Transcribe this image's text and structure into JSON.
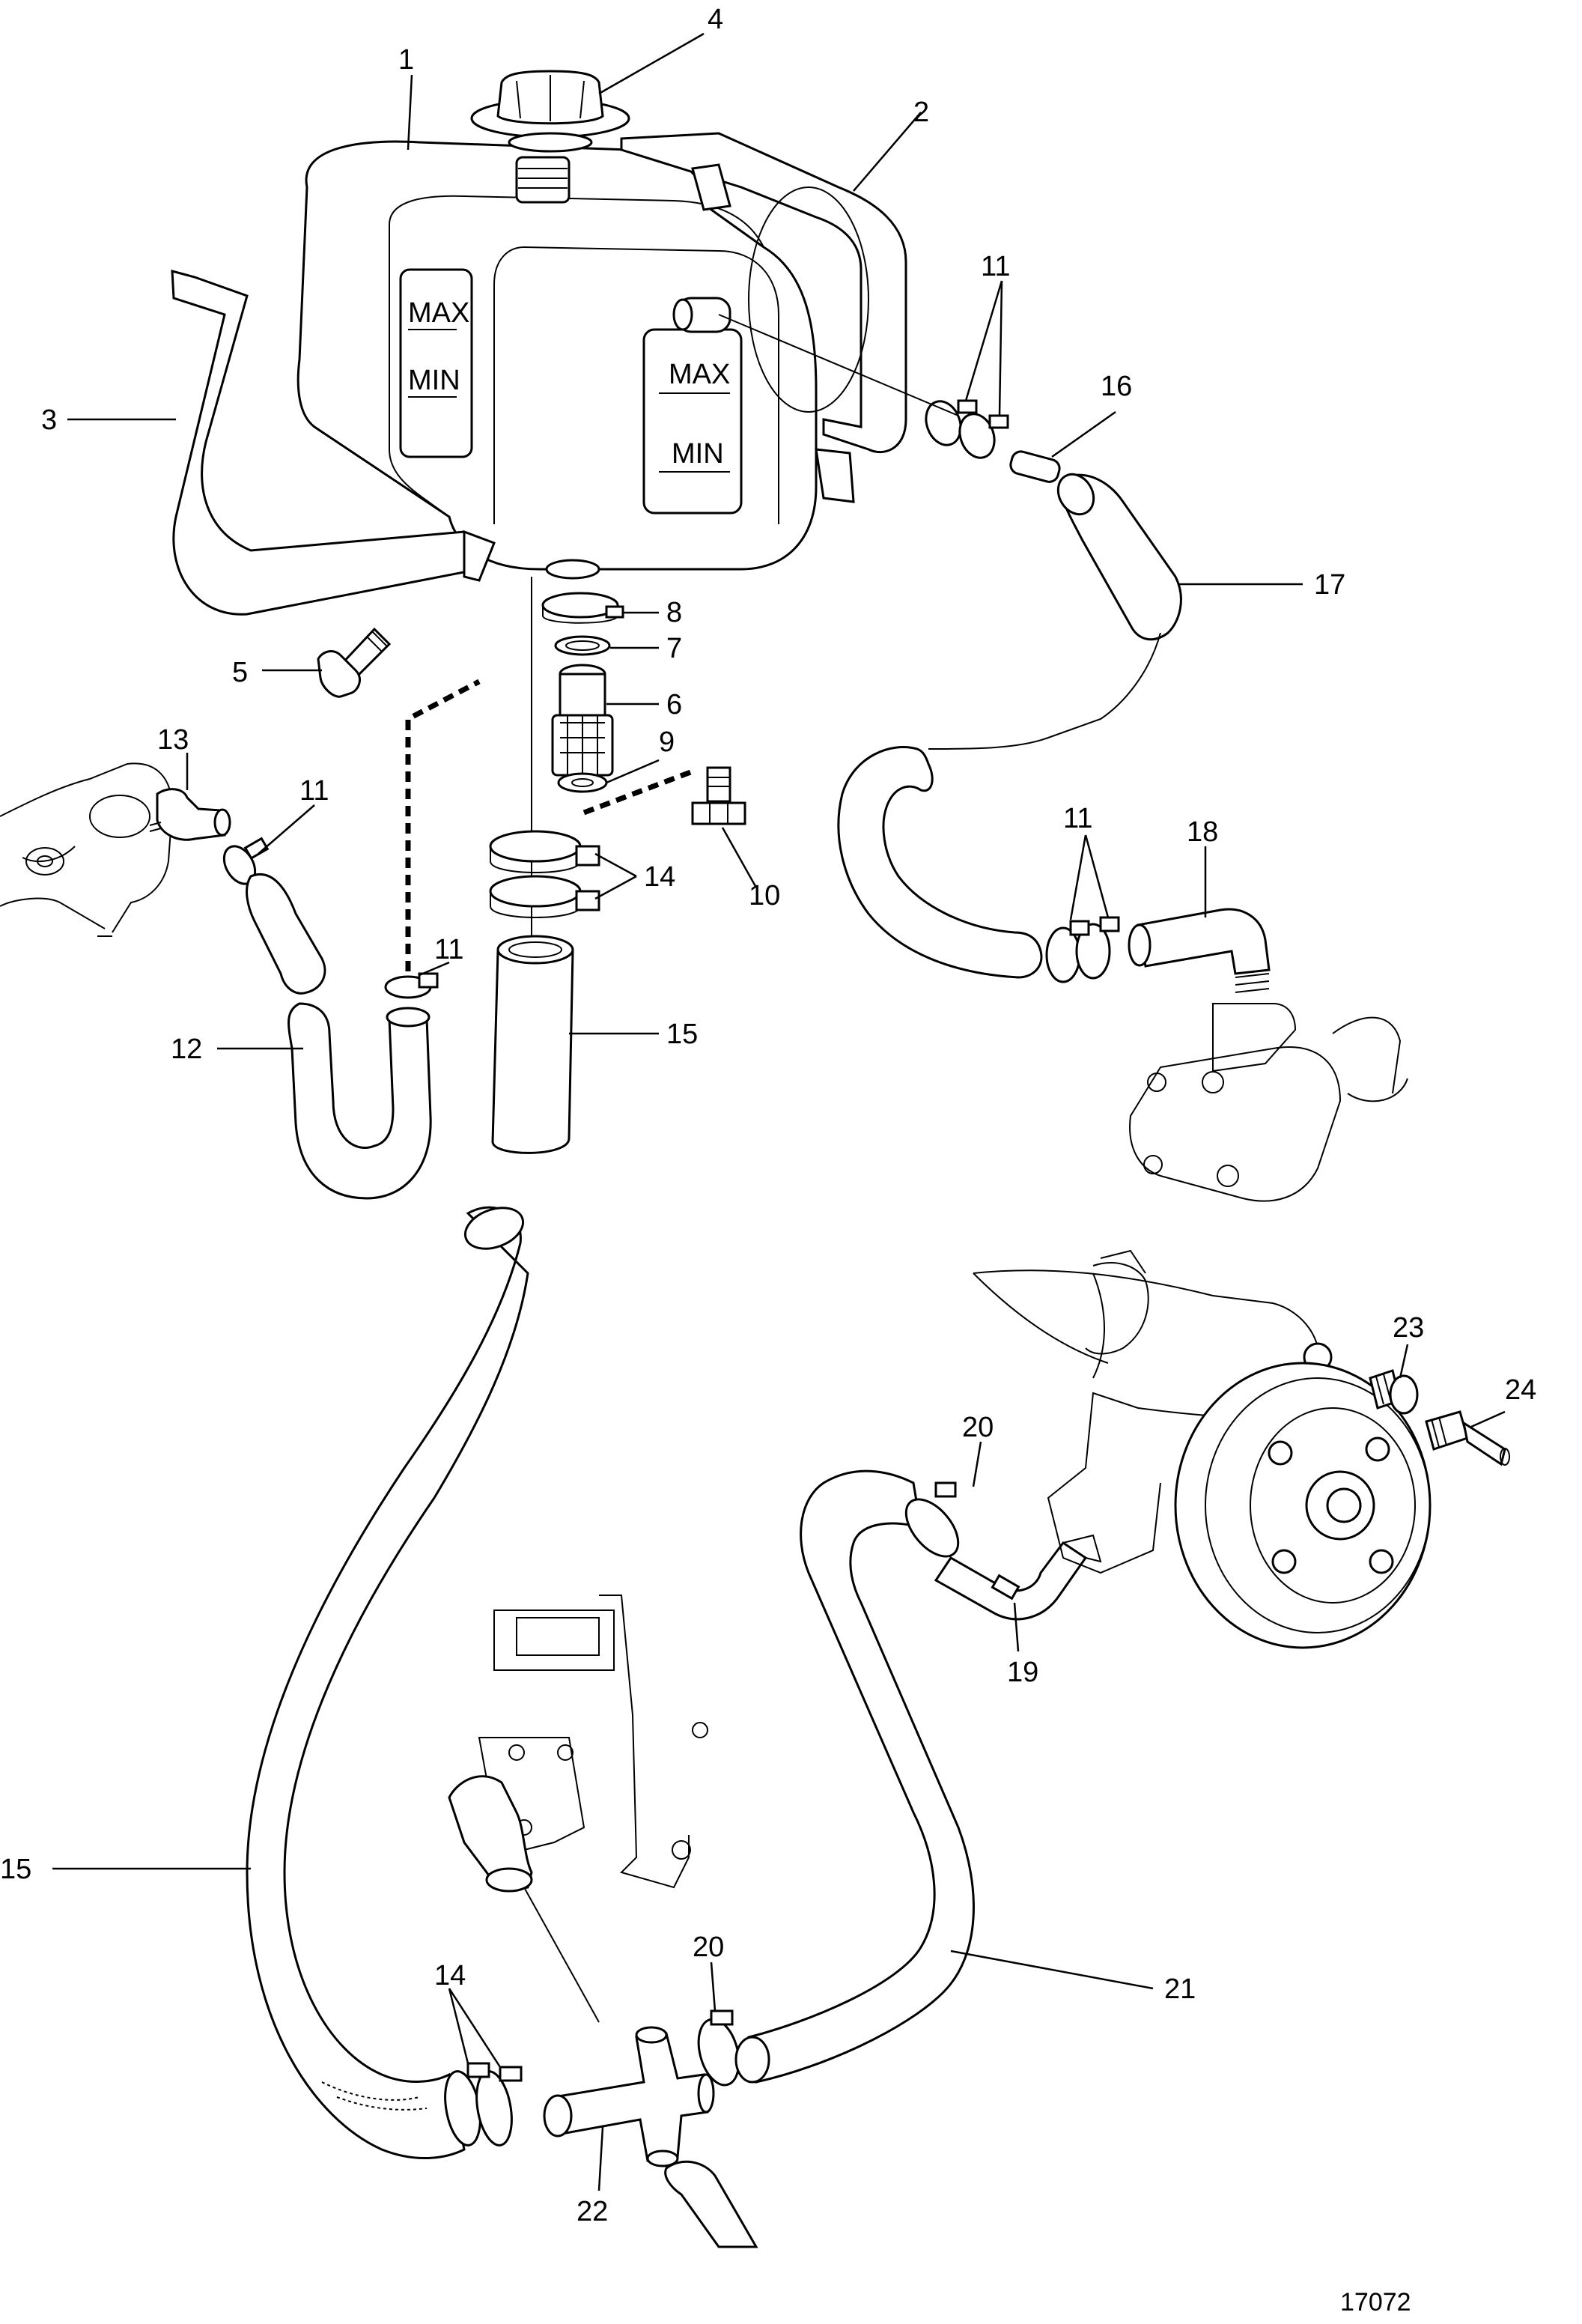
{
  "diagram": {
    "figure_number": "17072",
    "tank_markings": {
      "front_max": "MAX",
      "front_min": "MIN",
      "side_max": "MAX",
      "side_min": "MIN"
    },
    "callouts": [
      {
        "id": "c1",
        "text": "1"
      },
      {
        "id": "c2",
        "text": "2"
      },
      {
        "id": "c3",
        "text": "3"
      },
      {
        "id": "c4",
        "text": "4"
      },
      {
        "id": "c5",
        "text": "5"
      },
      {
        "id": "c6",
        "text": "6"
      },
      {
        "id": "c7",
        "text": "7"
      },
      {
        "id": "c8",
        "text": "8"
      },
      {
        "id": "c9",
        "text": "9"
      },
      {
        "id": "c10",
        "text": "10"
      },
      {
        "id": "c11a",
        "text": "11"
      },
      {
        "id": "c11b",
        "text": "11"
      },
      {
        "id": "c11c",
        "text": "11"
      },
      {
        "id": "c11d",
        "text": "11"
      },
      {
        "id": "c12",
        "text": "12"
      },
      {
        "id": "c13",
        "text": "13"
      },
      {
        "id": "c14a",
        "text": "14"
      },
      {
        "id": "c14b",
        "text": "14"
      },
      {
        "id": "c15a",
        "text": "15"
      },
      {
        "id": "c15b",
        "text": "15"
      },
      {
        "id": "c16",
        "text": "16"
      },
      {
        "id": "c17",
        "text": "17"
      },
      {
        "id": "c18",
        "text": "18"
      },
      {
        "id": "c19",
        "text": "19"
      },
      {
        "id": "c20a",
        "text": "20"
      },
      {
        "id": "c20b",
        "text": "20"
      },
      {
        "id": "c21",
        "text": "21"
      },
      {
        "id": "c22",
        "text": "22"
      },
      {
        "id": "c23",
        "text": "23"
      },
      {
        "id": "c24",
        "text": "24"
      }
    ]
  }
}
